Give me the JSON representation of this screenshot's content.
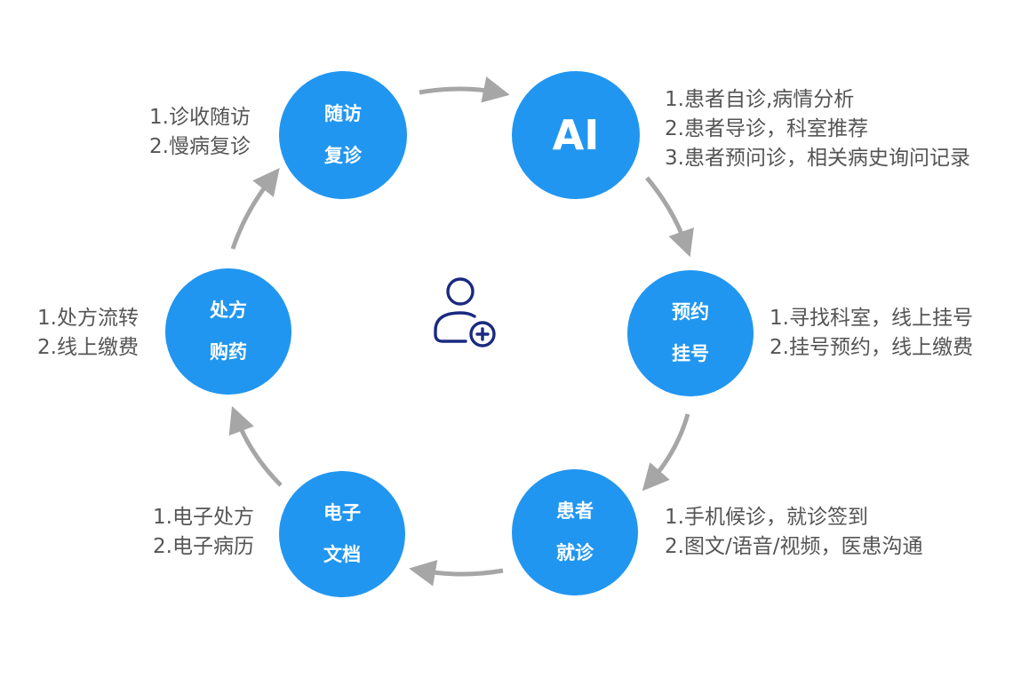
{
  "colors": {
    "node_fill": "#2196F0",
    "node_text": "#FFFFFF",
    "arrow": "#A6A6A6",
    "desc_text": "#555555",
    "icon_stroke": "#1A2A80"
  },
  "center_icon": "user-plus-icon",
  "nodes": [
    {
      "key": "ai",
      "lines": [
        "AI"
      ],
      "desc": [
        "1.患者自诊,病情分析",
        "2.患者导诊，科室推荐",
        "3.患者预问诊，相关病史询问记录"
      ]
    },
    {
      "key": "register",
      "lines": [
        "预约",
        "挂号"
      ],
      "desc": [
        "1.寻找科室，线上挂号",
        "2.挂号预约，线上缴费"
      ]
    },
    {
      "key": "visit",
      "lines": [
        "患者",
        "就诊"
      ],
      "desc": [
        "1.手机候诊，就诊签到",
        "2.图文/语音/视频，医患沟通"
      ]
    },
    {
      "key": "records",
      "lines": [
        "电子",
        "文档"
      ],
      "desc": [
        "1.电子处方",
        "2.电子病历"
      ]
    },
    {
      "key": "pharmacy",
      "lines": [
        "处方",
        "购药"
      ],
      "desc": [
        "1.处方流转",
        "2.线上缴费"
      ]
    },
    {
      "key": "followup",
      "lines": [
        "随访",
        "复诊"
      ],
      "desc": [
        "1.诊收随访",
        "2.慢病复诊"
      ]
    }
  ]
}
